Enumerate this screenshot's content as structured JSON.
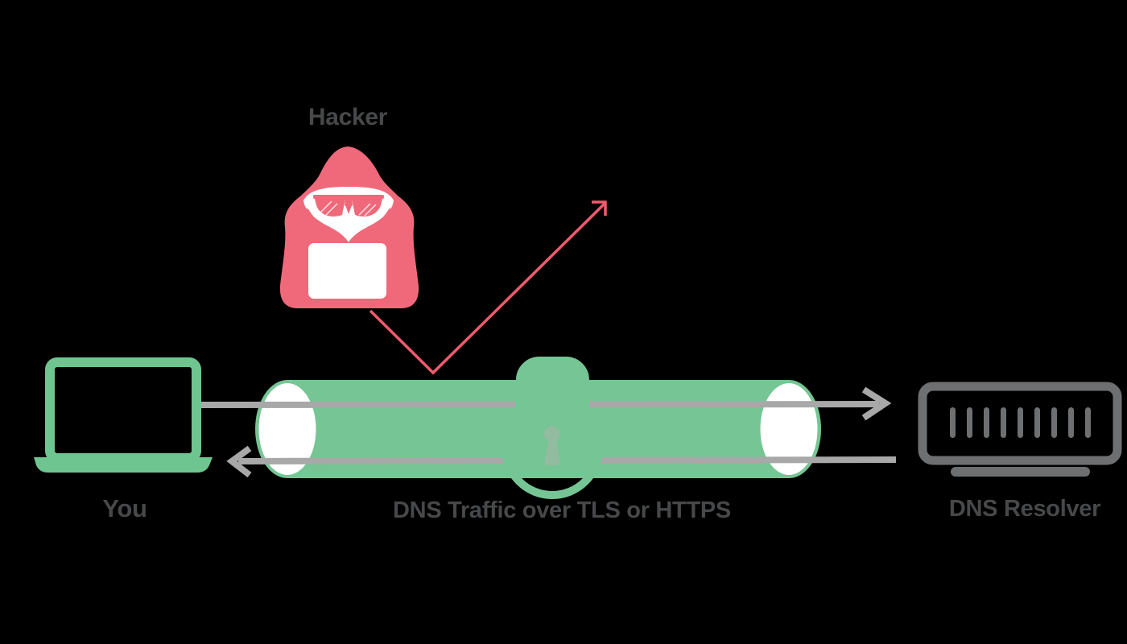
{
  "labels": {
    "hacker": "Hacker",
    "you": "You",
    "tunnel": "DNS Traffic over TLS or HTTPS",
    "resolver": "DNS Resolver"
  },
  "colors": {
    "background": "#000000",
    "hacker_pink": "#F0697A",
    "attack_arrow_red": "#F15A6C",
    "device_green": "#6EC590",
    "tunnel_green": "#76C594",
    "keyhole_green": "#92BBA0",
    "traffic_gray": "#A8A8A8",
    "server_gray": "#6E6F71",
    "label_gray": "#47484A"
  },
  "icons": {
    "hacker-icon": "hooded figure with sunglasses and laptop",
    "laptop-icon": "laptop outline for the user",
    "tunnel-icon": "green cylindrical pipe with open white ends",
    "padlock-icon": "padlock over the middle of the tunnel",
    "query-arrow-icon": "gray arrow left-to-right through tunnel",
    "response-arrow-icon": "gray arrow right-to-left through tunnel",
    "deflected-arrow-icon": "red attack arrow bouncing off tunnel",
    "server-icon": "rack server with vertical vents"
  }
}
